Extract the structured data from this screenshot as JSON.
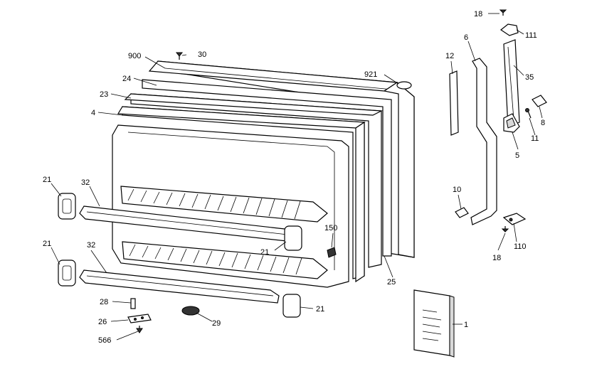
{
  "diagram": {
    "callouts": [
      {
        "id": "18a",
        "label": "18"
      },
      {
        "id": "111",
        "label": "111"
      },
      {
        "id": "6",
        "label": "6"
      },
      {
        "id": "12",
        "label": "12"
      },
      {
        "id": "35",
        "label": "35"
      },
      {
        "id": "8",
        "label": "8"
      },
      {
        "id": "11",
        "label": "11"
      },
      {
        "id": "5",
        "label": "5"
      },
      {
        "id": "10",
        "label": "10"
      },
      {
        "id": "110",
        "label": "110"
      },
      {
        "id": "18b",
        "label": "18"
      },
      {
        "id": "900",
        "label": "900"
      },
      {
        "id": "30",
        "label": "30"
      },
      {
        "id": "921",
        "label": "921"
      },
      {
        "id": "24",
        "label": "24"
      },
      {
        "id": "23",
        "label": "23"
      },
      {
        "id": "4",
        "label": "4"
      },
      {
        "id": "21a",
        "label": "21"
      },
      {
        "id": "32a",
        "label": "32"
      },
      {
        "id": "150",
        "label": "150"
      },
      {
        "id": "21b",
        "label": "21"
      },
      {
        "id": "21c",
        "label": "21"
      },
      {
        "id": "32b",
        "label": "32"
      },
      {
        "id": "25",
        "label": "25"
      },
      {
        "id": "28",
        "label": "28"
      },
      {
        "id": "26",
        "label": "26"
      },
      {
        "id": "566",
        "label": "566"
      },
      {
        "id": "29",
        "label": "29"
      },
      {
        "id": "21d",
        "label": "21"
      },
      {
        "id": "1",
        "label": "1"
      }
    ]
  }
}
